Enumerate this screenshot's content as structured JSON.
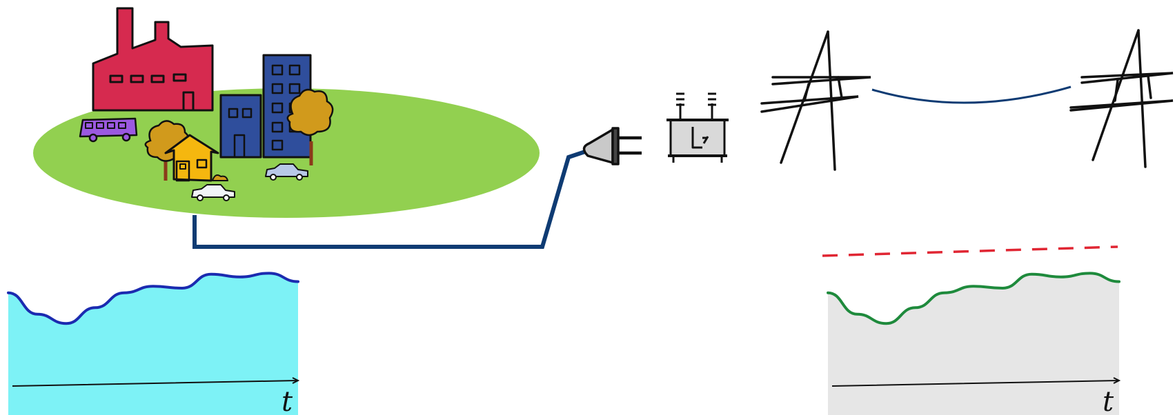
{
  "left_chart": {
    "axis_label": "t",
    "line_color": "#1b2bb0",
    "fill_color": "#66f0f5",
    "profile": [
      0.78,
      0.55,
      0.45,
      0.62,
      0.78,
      0.85,
      0.83,
      0.98,
      0.95,
      0.99,
      0.9
    ]
  },
  "right_chart": {
    "axis_label": "t",
    "line_color": "#1e8a3c",
    "fill_color": "#e6e6e6",
    "limit_line_color": "#e02633",
    "profile": [
      0.78,
      0.55,
      0.45,
      0.62,
      0.78,
      0.85,
      0.83,
      0.98,
      0.95,
      0.99,
      0.9
    ]
  },
  "town": {
    "ground_color": "#92d050",
    "factory_color": "#d62a4f",
    "office_color": "#2f4e9c",
    "house_color": "#f5b70f",
    "tree_color": "#d19a1c",
    "bus_color": "#9b59e0",
    "car_color": "#b8c8e8"
  },
  "grid": {
    "cable_color": "#0e3b73",
    "icons": [
      "plug-icon",
      "transformer-icon",
      "power-pylon-icon",
      "power-pylon-icon"
    ]
  }
}
